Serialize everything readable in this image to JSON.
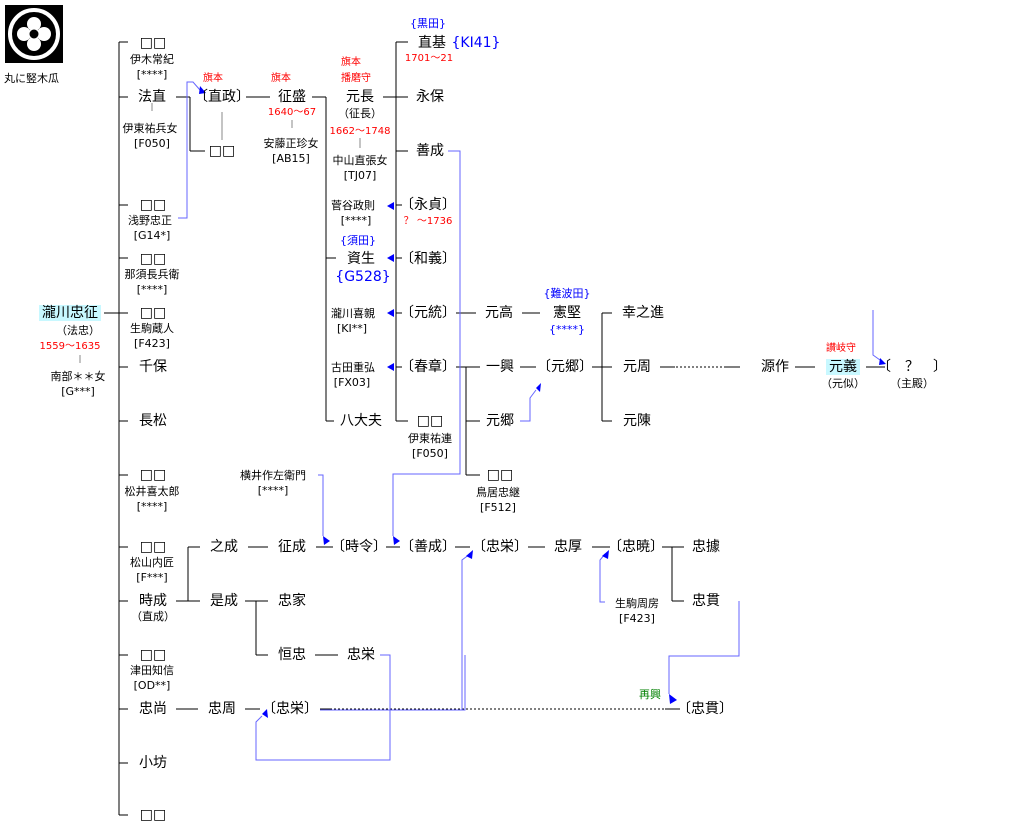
{
  "crest": {
    "icon": "maru-ni-tate-mokko-crest",
    "label": "丸に竪木瓜"
  },
  "colors": {
    "office": "#ff0000",
    "lineage": "#0000ff",
    "adoption_line": "#6666ff",
    "revival": "#008000",
    "highlight": "#c8f8ff"
  },
  "root": {
    "name": "瀧川忠征",
    "alias": "（法忠）",
    "years": "1559～1635",
    "wife": "南部＊＊女",
    "wife_code": "[G***]"
  },
  "children": [
    {
      "name": "□□",
      "spouse": "伊木常紀",
      "code": "[****]"
    },
    {
      "name": "法直",
      "wife": "伊東祐兵女",
      "code": "[F050]"
    },
    {
      "name": "□□",
      "spouse": "浅野忠正",
      "code": "[G14*]"
    },
    {
      "name": "□□",
      "spouse": "那須長兵衛",
      "code": "[****]"
    },
    {
      "name": "□□",
      "spouse": "生駒蔵人",
      "code": "[F423]"
    },
    {
      "name": "千保"
    },
    {
      "name": "長松"
    },
    {
      "name": "□□",
      "spouse": "松井喜太郎",
      "code": "[****]"
    },
    {
      "name": "□□",
      "spouse": "松山内匠",
      "code": "[F***]"
    },
    {
      "name": "時成",
      "alias": "（直成）"
    },
    {
      "name": "□□",
      "spouse": "津田知信",
      "code": "[OD**]"
    },
    {
      "name": "忠尚"
    },
    {
      "name": "小坊"
    },
    {
      "name": "□□"
    }
  ],
  "naomasa_line": {
    "naomasa": {
      "name": "〔直政〕",
      "office": "旗本"
    },
    "naomasa_child": "□□",
    "masamori": {
      "name": "征盛",
      "office": "旗本",
      "years": "1640～67",
      "wife": "安藤正珍女",
      "code": "[AB15]"
    },
    "motonaga": {
      "name": "元長",
      "alias": "（征長）",
      "office1": "旗本",
      "office2": "播磨守",
      "years": "1662～1748",
      "wife": "中山直張女",
      "code": "[TJ07]"
    }
  },
  "motonaga_children": [
    {
      "name": "直基",
      "adopted_to": "{黒田}",
      "code": "{KI41}",
      "years": "1701～21"
    },
    {
      "name": "永保"
    },
    {
      "name": "善成"
    },
    {
      "name": "〔永貞〕",
      "from": "菅谷政則",
      "from_code": "[****]",
      "years": "？ ～1736"
    },
    {
      "name": "〔和義〕",
      "from": "資生",
      "from_adopted_to": "{須田}",
      "from_code": "{G528}"
    },
    {
      "name": "〔元統〕",
      "from": "瀧川喜親",
      "from_code": "[KI**]"
    },
    {
      "name": "〔春章〕",
      "from": "古田重弘",
      "from_code": "[FX03]"
    },
    {
      "name": "□□",
      "spouse": "伊東祐連",
      "code": "[F050]",
      "sibling": "八大夫"
    }
  ],
  "later": {
    "mototaka": "元高",
    "kenken": {
      "name": "憲堅",
      "adopted_to": "{難波田}",
      "code": "{****}"
    },
    "ikko": "一興",
    "motosato_b": "〔元郷〕",
    "motosato": "元郷",
    "torii_wife": {
      "name": "□□",
      "spouse": "鳥居忠継",
      "code": "[F512]"
    },
    "kounoshin": "幸之進",
    "motochika": "元周",
    "motonobu": "元陳",
    "gensaku": "源作",
    "motoyoshi": {
      "name": "元義",
      "alias": "（元似）",
      "office": "讃岐守"
    },
    "unknown": {
      "name": "〔　？　〕",
      "alias": "（主殿）"
    }
  },
  "tokinari_line": {
    "yukinari": "之成",
    "masanari": "征成",
    "yokoi": {
      "name": "横井作左衛門",
      "code": "[****]"
    },
    "tokiyoshi": "〔時令〕",
    "yoshinari_b": "〔善成〕",
    "tadahide_b": "〔忠栄〕",
    "tadaatsu": "忠厚",
    "tadaaki": "〔忠暁〕",
    "ikoma": {
      "name": "生駒周房",
      "code": "[F423]"
    },
    "tadayori": "忠據",
    "tadatsura": "忠貫",
    "korenari": "是成",
    "tadaie": "忠家",
    "tsunetada": "恒忠",
    "tadahide": "忠栄",
    "tadachika": "忠周",
    "tadahide_c": "〔忠栄〕",
    "revival": "再興",
    "tadatsura_b": "〔忠貫〕"
  }
}
